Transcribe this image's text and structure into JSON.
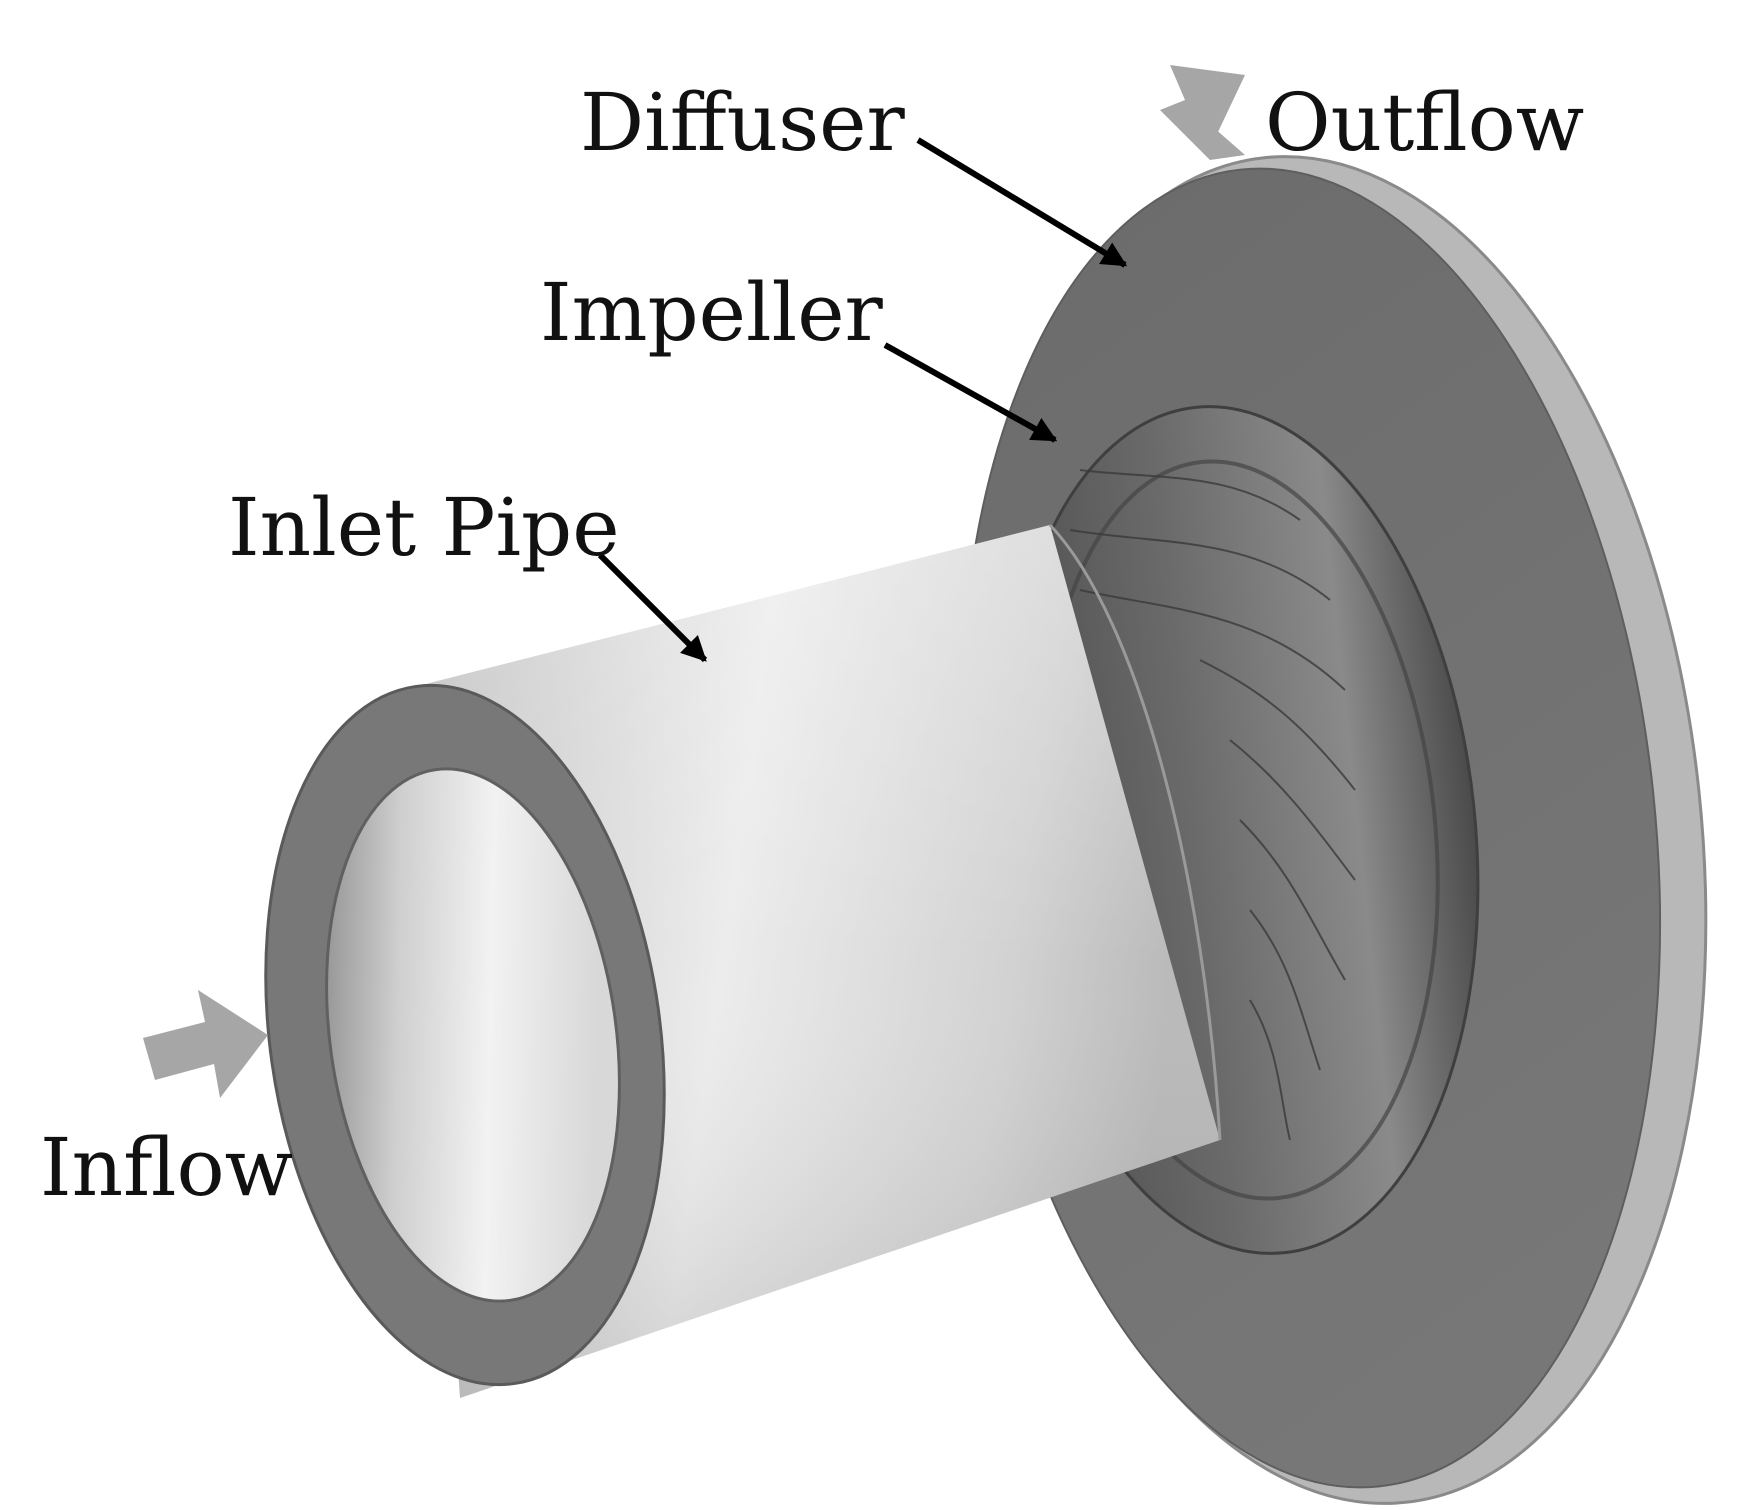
{
  "labels": {
    "diffuser": "Diffuser",
    "impeller": "Impeller",
    "inlet_pipe": "Inlet Pipe",
    "inflow": "Inflow",
    "outflow": "Outflow"
  },
  "colors": {
    "background": "#ffffff",
    "label_text": "#111111",
    "leader_arrow": "#000000",
    "flow_arrow": "#a6a6a6",
    "diffuser_face": "#6f6f6f",
    "diffuser_rim": "#b5b5b5",
    "impeller_body": "#5a5a5a",
    "pipe_body": "#d9d9d9",
    "pipe_end_face": "#7a7a7a",
    "pipe_bore": "#cfcfcf"
  },
  "icons": {
    "inflow": "flow-arrow-icon",
    "outflow": "flow-arrow-icon"
  }
}
